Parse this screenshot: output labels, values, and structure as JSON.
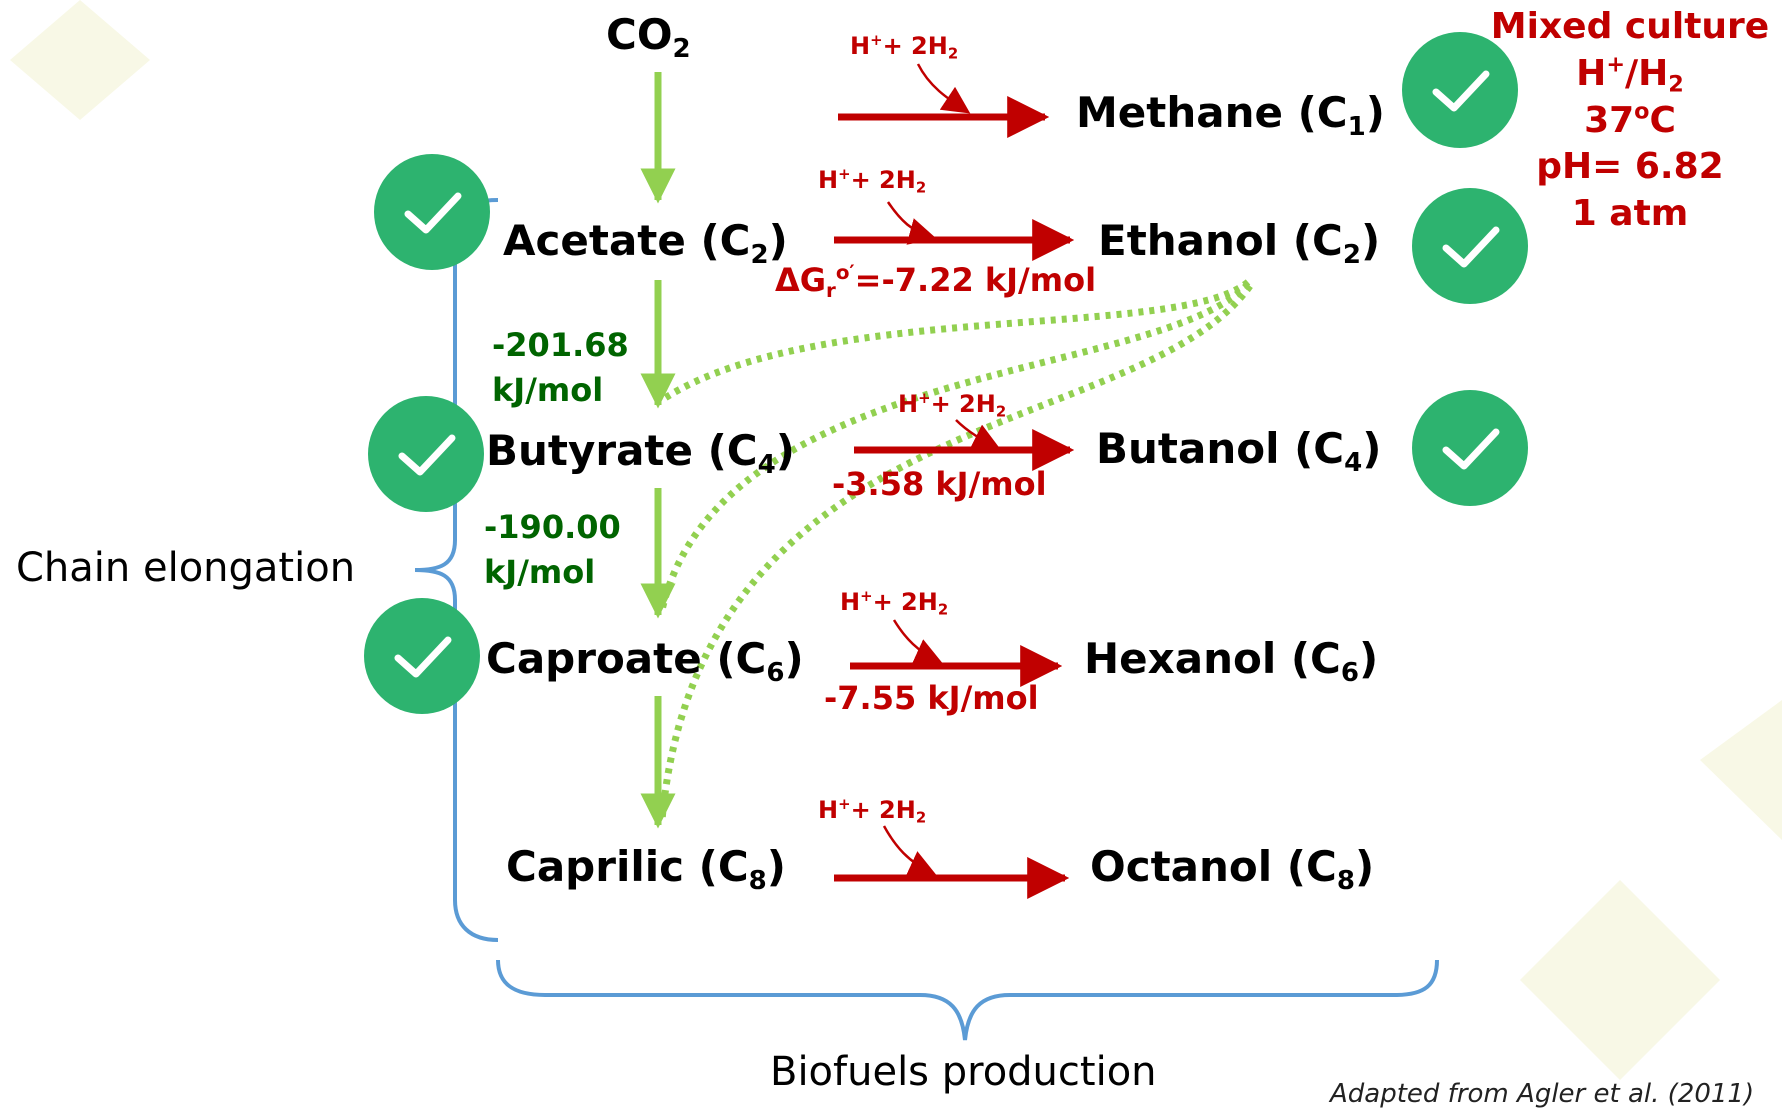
{
  "diagram": {
    "co2": {
      "base": "CO",
      "sub": "2"
    },
    "acids": [
      {
        "name": "Acetate (C",
        "sub": "2"
      },
      {
        "name": "Butyrate (C",
        "sub": "4"
      },
      {
        "name": "Caproate (C",
        "sub": "6"
      },
      {
        "name": "Caprilic (C",
        "sub": "8"
      }
    ],
    "products": [
      {
        "name": "Methane (C",
        "sub": "1"
      },
      {
        "name": "Ethanol (C",
        "sub": "2"
      },
      {
        "name": "Butanol (C",
        "sub": "4"
      },
      {
        "name": "Hexanol  (C",
        "sub": "6"
      },
      {
        "name": "Octanol  (C",
        "sub": "8"
      }
    ],
    "reactant": {
      "base": "H",
      "sup": "+",
      "mid": "+ 2H",
      "sub": "2"
    },
    "energies": {
      "ethanol": {
        "prefix": "ΔG",
        "sub": "r",
        "sup": "o′",
        "value": "=-7.22 kJ/mol"
      },
      "butanol": "-3.58 kJ/mol",
      "hexanol": "-7.55 kJ/mol",
      "acetate_to_butyrate": [
        "-201.68",
        "kJ/mol"
      ],
      "butyrate_to_caproate": [
        "-190.00",
        "kJ/mol"
      ]
    },
    "conditions": {
      "line1": "Mixed culture",
      "line2": {
        "pre": "H",
        "sup": "+",
        "mid": "/H",
        "sub": "2"
      },
      "line3": {
        "pre": "37",
        "sup": "o",
        "post": "C"
      },
      "line4": "pH= 6.82",
      "line5": "1 atm"
    },
    "chain_label": "Chain elongation",
    "biofuels_label": "Biofuels production",
    "citation": "Adapted from Agler et al. (2011)"
  },
  "colors": {
    "red": "#c00000",
    "light_green": "#92d050",
    "dark_green": "#006400",
    "check_green": "#2db36f",
    "brace_blue": "#5b9bd5"
  },
  "icons": [
    "check-circle-icon"
  ]
}
